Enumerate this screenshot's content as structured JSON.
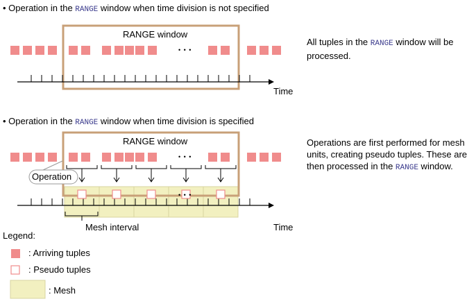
{
  "section1": {
    "heading_prefix": "• Operation in the ",
    "heading_code": "RANGE",
    "heading_suffix": " window when time division is not specified",
    "window_label": "RANGE window",
    "ellipsis": "• • •",
    "time_label": "Time",
    "desc_part1": "All tuples in the ",
    "desc_code": "RANGE",
    "desc_part2": " window will be processed."
  },
  "section2": {
    "heading_prefix": "• Operation in the ",
    "heading_code": "RANGE",
    "heading_suffix": " window when time division is specified",
    "window_label": "RANGE window",
    "ellipsis": "• • •",
    "operation_label": "Operation",
    "mesh_interval_label": "Mesh interval",
    "time_label": "Time",
    "desc_part1": "Operations are first performed for mesh units, creating pseudo tuples. These are then processed in the ",
    "desc_code": "RANGE",
    "desc_part2": " window."
  },
  "legend": {
    "title": "Legend:",
    "arriving": ": Arriving tuples",
    "pseudo": ": Pseudo tuples",
    "mesh": ": Mesh"
  },
  "colors": {
    "tuple": "#f08c8c",
    "window_border": "#c8a078",
    "mesh_fill": "#f2f0c0",
    "mesh_border": "#d8d4a0"
  }
}
